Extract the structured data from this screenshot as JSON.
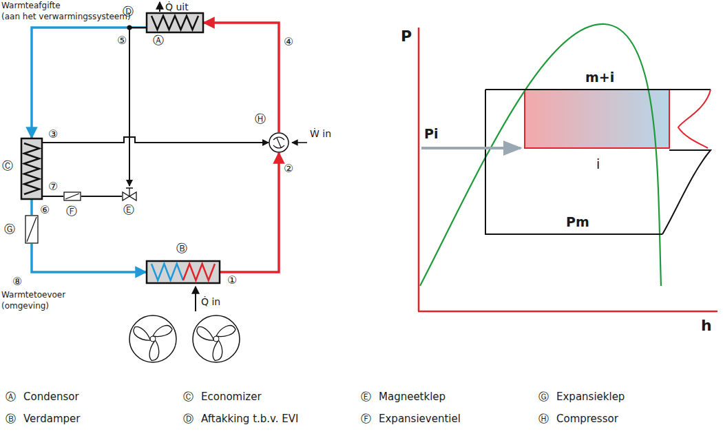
{
  "diagram": {
    "nodes": [
      {
        "text": [
          "Ⓐ"
        ]
      },
      {
        "text": [
          "Ⓒ"
        ]
      },
      {
        "text": [
          "Ⓗ"
        ]
      },
      {
        "text": [
          "Ⓖ"
        ]
      },
      {
        "text": [
          "Ⓔ"
        ]
      },
      {
        "text": [
          "Ⓕ"
        ]
      },
      {
        "text": [
          "Ⓑ"
        ]
      }
    ],
    "edges": [
      {
        "from": 2,
        "to": 0,
        "arrow": "to"
      },
      {
        "from": 0,
        "to": 1,
        "arrow": "to"
      },
      {
        "from": 0,
        "to": 4,
        "arrow": "to"
      },
      {
        "from": 4,
        "to": 5,
        "arrow": "none"
      },
      {
        "from": 5,
        "to": 1,
        "arrow": "none"
      },
      {
        "from": 1,
        "to": 2,
        "arrow": "to"
      },
      {
        "from": 1,
        "to": 3,
        "arrow": "none"
      },
      {
        "from": 3,
        "to": 6,
        "arrow": "to"
      },
      {
        "from": 6,
        "to": 2,
        "arrow": "to"
      }
    ],
    "labels": [
      "Warmteafgifte",
      "(aan het verwarmingssysteem)",
      "Q̇ uit",
      "Ⓓ",
      "⑤",
      "④",
      "③",
      "⑦",
      "⑥",
      "②",
      "Ẇ in",
      "①",
      "⑧",
      "Warmtetoevoer",
      "(omgeving)",
      "Q̇ in",
      "P",
      "Pi",
      "m+i",
      "i",
      "Pm",
      "h",
      "Ⓐ",
      "Condensor",
      "Ⓑ",
      "Verdamper",
      "Ⓒ",
      "Economizer",
      "Ⓓ",
      "Aftakking t.b.v. EVI",
      "Ⓔ",
      "Magneetklep",
      "Ⓕ",
      "Expansieventiel",
      "Ⓖ",
      "Expansieklep",
      "Ⓗ",
      "Compressor"
    ]
  }
}
